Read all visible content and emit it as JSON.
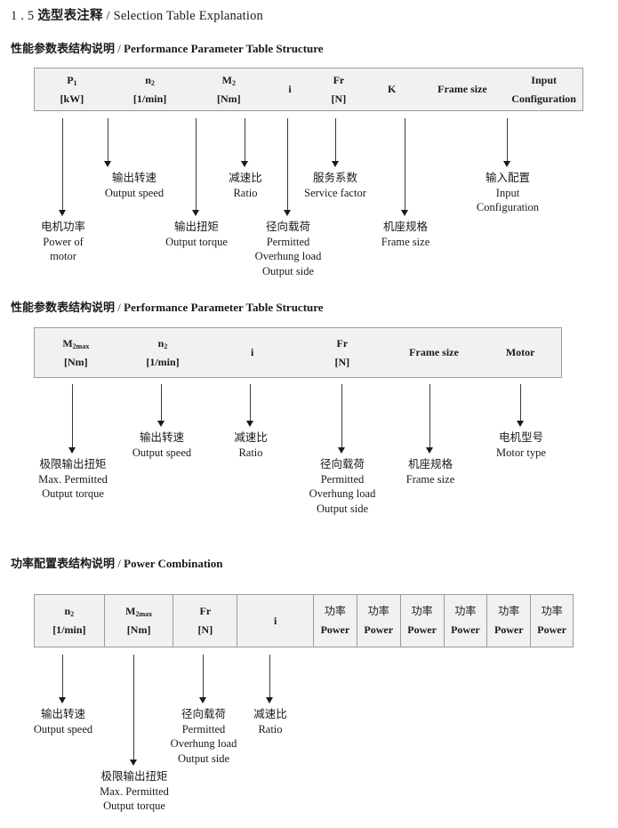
{
  "page": {
    "title_number": "1 . 5",
    "title_cn": "选型表注释",
    "title_sep": "/",
    "title_en": "Selection Table Explanation"
  },
  "sections": [
    {
      "heading_cn": "性能参数表结构说明",
      "heading_sep": "/",
      "heading_en": "Performance Parameter Table Structure",
      "table": {
        "divided": false,
        "columns": [
          {
            "l1": "P",
            "l1_sub": "1",
            "l2": "[kW]"
          },
          {
            "l1": "n",
            "l1_sub": "2",
            "l2": "[1/min]"
          },
          {
            "l1": "M",
            "l1_sub": "2",
            "l2": "[Nm]"
          },
          {
            "l1": "i",
            "l1_sub": "",
            "l2": ""
          },
          {
            "l1": "Fr",
            "l1_sub": "",
            "l2": "[N]"
          },
          {
            "l1": "K",
            "l1_sub": "",
            "l2": ""
          },
          {
            "l1": "Frame size",
            "l1_sub": "",
            "l2": ""
          },
          {
            "l1": "Input",
            "l1_sub": "",
            "l2": "Configuration"
          }
        ]
      },
      "notes": [
        {
          "cn": "电机功率",
          "en": [
            "Power of",
            "motor"
          ]
        },
        {
          "cn": "输出转速",
          "en": [
            "Output speed"
          ]
        },
        {
          "cn": "输出扭矩",
          "en": [
            "Output torque"
          ]
        },
        {
          "cn": "减速比",
          "en": [
            "Ratio"
          ]
        },
        {
          "cn": "径向载荷",
          "en": [
            "Permitted",
            "Overhung load",
            "Output side"
          ]
        },
        {
          "cn": "服务系数",
          "en": [
            "Service factor"
          ]
        },
        {
          "cn": "机座规格",
          "en": [
            "Frame size"
          ]
        },
        {
          "cn": "输入配置",
          "en": [
            "Input",
            "Configuration"
          ]
        }
      ]
    },
    {
      "heading_cn": "性能参数表结构说明",
      "heading_sep": "/",
      "heading_en": "Performance Parameter Table Structure",
      "table": {
        "divided": false,
        "columns": [
          {
            "l1": "M",
            "l1_sub": "2max",
            "l2": "[Nm]"
          },
          {
            "l1": "n",
            "l1_sub": "2",
            "l2": "[1/min]"
          },
          {
            "l1": "i",
            "l1_sub": "",
            "l2": ""
          },
          {
            "l1": "Fr",
            "l1_sub": "",
            "l2": "[N]"
          },
          {
            "l1": "Frame size",
            "l1_sub": "",
            "l2": ""
          },
          {
            "l1": "Motor",
            "l1_sub": "",
            "l2": ""
          }
        ]
      },
      "notes": [
        {
          "cn": "极限输出扭矩",
          "en": [
            "Max. Permitted",
            "Output  torque"
          ]
        },
        {
          "cn": "输出转速",
          "en": [
            "Output speed"
          ]
        },
        {
          "cn": "减速比",
          "en": [
            "Ratio"
          ]
        },
        {
          "cn": "径向载荷",
          "en": [
            "Permitted",
            "Overhung load",
            "Output side"
          ]
        },
        {
          "cn": "机座规格",
          "en": [
            "Frame size"
          ]
        },
        {
          "cn": "电机型号",
          "en": [
            "Motor type"
          ]
        }
      ]
    },
    {
      "heading_cn": "功率配置表结构说明",
      "heading_sep": "/",
      "heading_en": "Power Combination",
      "table": {
        "divided": true,
        "columns": [
          {
            "l1": "n",
            "l1_sub": "2",
            "l2": "[1/min]"
          },
          {
            "l1": "M",
            "l1_sub": "2max",
            "l2": "[Nm]"
          },
          {
            "l1": "Fr",
            "l1_sub": "",
            "l2": "[N]"
          },
          {
            "l1": "i",
            "l1_sub": "",
            "l2": ""
          },
          {
            "l1_cn": "功率",
            "l1_sub": "",
            "l2": "Power"
          },
          {
            "l1_cn": "功率",
            "l1_sub": "",
            "l2": "Power"
          },
          {
            "l1_cn": "功率",
            "l1_sub": "",
            "l2": "Power"
          },
          {
            "l1_cn": "功率",
            "l1_sub": "",
            "l2": "Power"
          },
          {
            "l1_cn": "功率",
            "l1_sub": "",
            "l2": "Power"
          },
          {
            "l1_cn": "功率",
            "l1_sub": "",
            "l2": "Power"
          }
        ]
      },
      "notes": [
        {
          "cn": "输出转速",
          "en": [
            "Output speed"
          ]
        },
        {
          "cn": "极限输出扭矩",
          "en": [
            "Max. Permitted",
            "Output  torque"
          ]
        },
        {
          "cn": "径向载荷",
          "en": [
            "Permitted",
            "Overhung load",
            "Output side"
          ]
        },
        {
          "cn": "减速比",
          "en": [
            "Ratio"
          ]
        }
      ]
    }
  ]
}
